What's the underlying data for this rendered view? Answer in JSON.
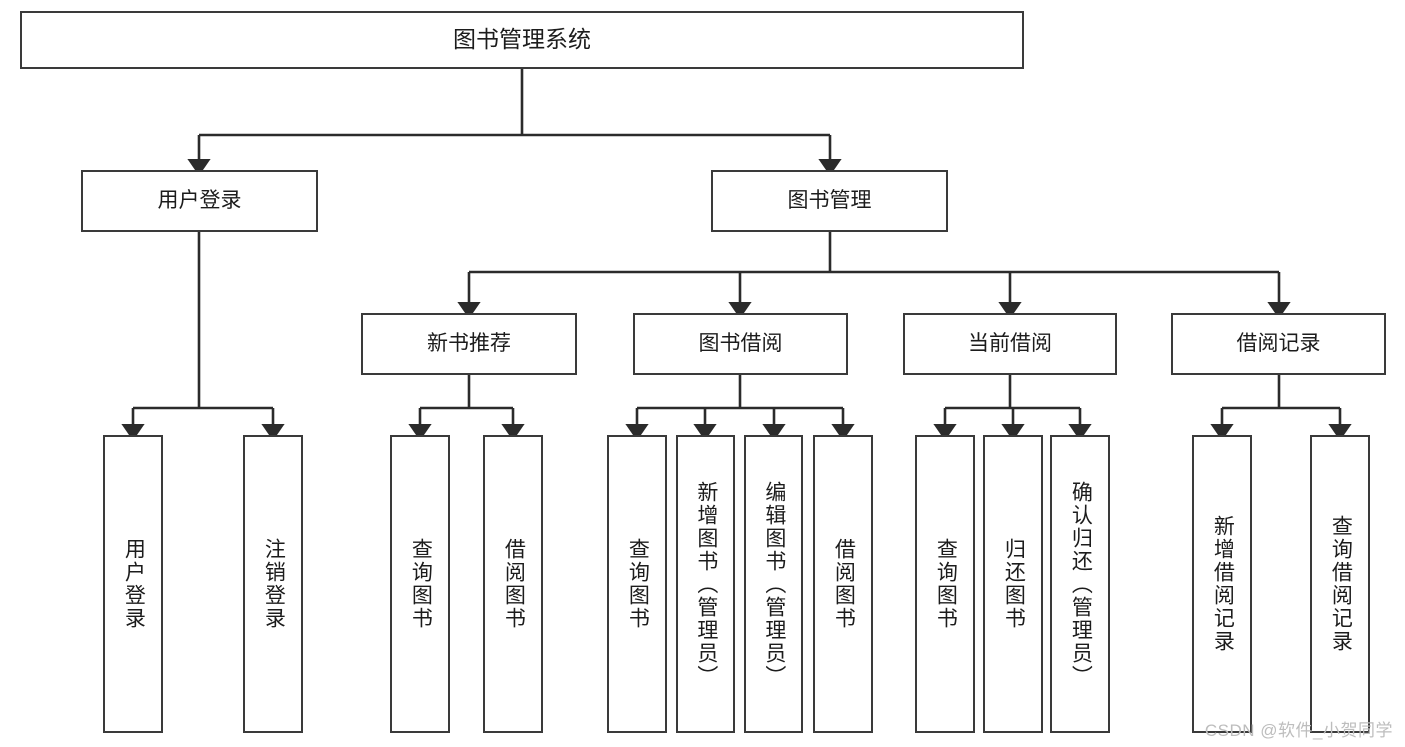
{
  "diagram": {
    "type": "tree",
    "title": "图书管理系统",
    "root": {
      "id": "root",
      "label": "图书管理系统"
    },
    "level2": [
      {
        "id": "user-login",
        "label": "用户登录"
      },
      {
        "id": "book-manage",
        "label": "图书管理"
      }
    ],
    "level3": [
      {
        "id": "new-book-rec",
        "label": "新书推荐",
        "parent": "book-manage"
      },
      {
        "id": "book-borrow",
        "label": "图书借阅",
        "parent": "book-manage"
      },
      {
        "id": "current-borrow",
        "label": "当前借阅",
        "parent": "book-manage"
      },
      {
        "id": "borrow-record",
        "label": "借阅记录",
        "parent": "book-manage"
      }
    ],
    "leaves": [
      {
        "id": "leaf-user-login",
        "label": "用户登录",
        "parent": "user-login"
      },
      {
        "id": "leaf-user-logout",
        "label": "注销登录",
        "parent": "user-login"
      },
      {
        "id": "leaf-query-book-1",
        "label": "查询图书",
        "parent": "new-book-rec"
      },
      {
        "id": "leaf-borrow-book-1",
        "label": "借阅图书",
        "parent": "new-book-rec"
      },
      {
        "id": "leaf-query-book-2",
        "label": "查询图书",
        "parent": "book-borrow"
      },
      {
        "id": "leaf-add-book",
        "label": "新增图书（管理员）",
        "parent": "book-borrow"
      },
      {
        "id": "leaf-edit-book",
        "label": "编辑图书（管理员）",
        "parent": "book-borrow"
      },
      {
        "id": "leaf-borrow-book-2",
        "label": "借阅图书",
        "parent": "book-borrow"
      },
      {
        "id": "leaf-query-book-3",
        "label": "查询图书",
        "parent": "current-borrow"
      },
      {
        "id": "leaf-return-book",
        "label": "归还图书",
        "parent": "current-borrow"
      },
      {
        "id": "leaf-confirm-return",
        "label": "确认归还（管理员）",
        "parent": "current-borrow"
      },
      {
        "id": "leaf-add-record",
        "label": "新增借阅记录",
        "parent": "borrow-record"
      },
      {
        "id": "leaf-query-record",
        "label": "查询借阅记录",
        "parent": "borrow-record"
      }
    ],
    "colors": {
      "box_border": "#3a3a3a",
      "box_fill": "#ffffff",
      "connector": "#2b2b2b",
      "text": "#1c1c1c",
      "watermark": "#bdbdbd",
      "background": "#ffffff"
    }
  },
  "watermark": {
    "text": "CSDN @软件_小贺同学"
  }
}
